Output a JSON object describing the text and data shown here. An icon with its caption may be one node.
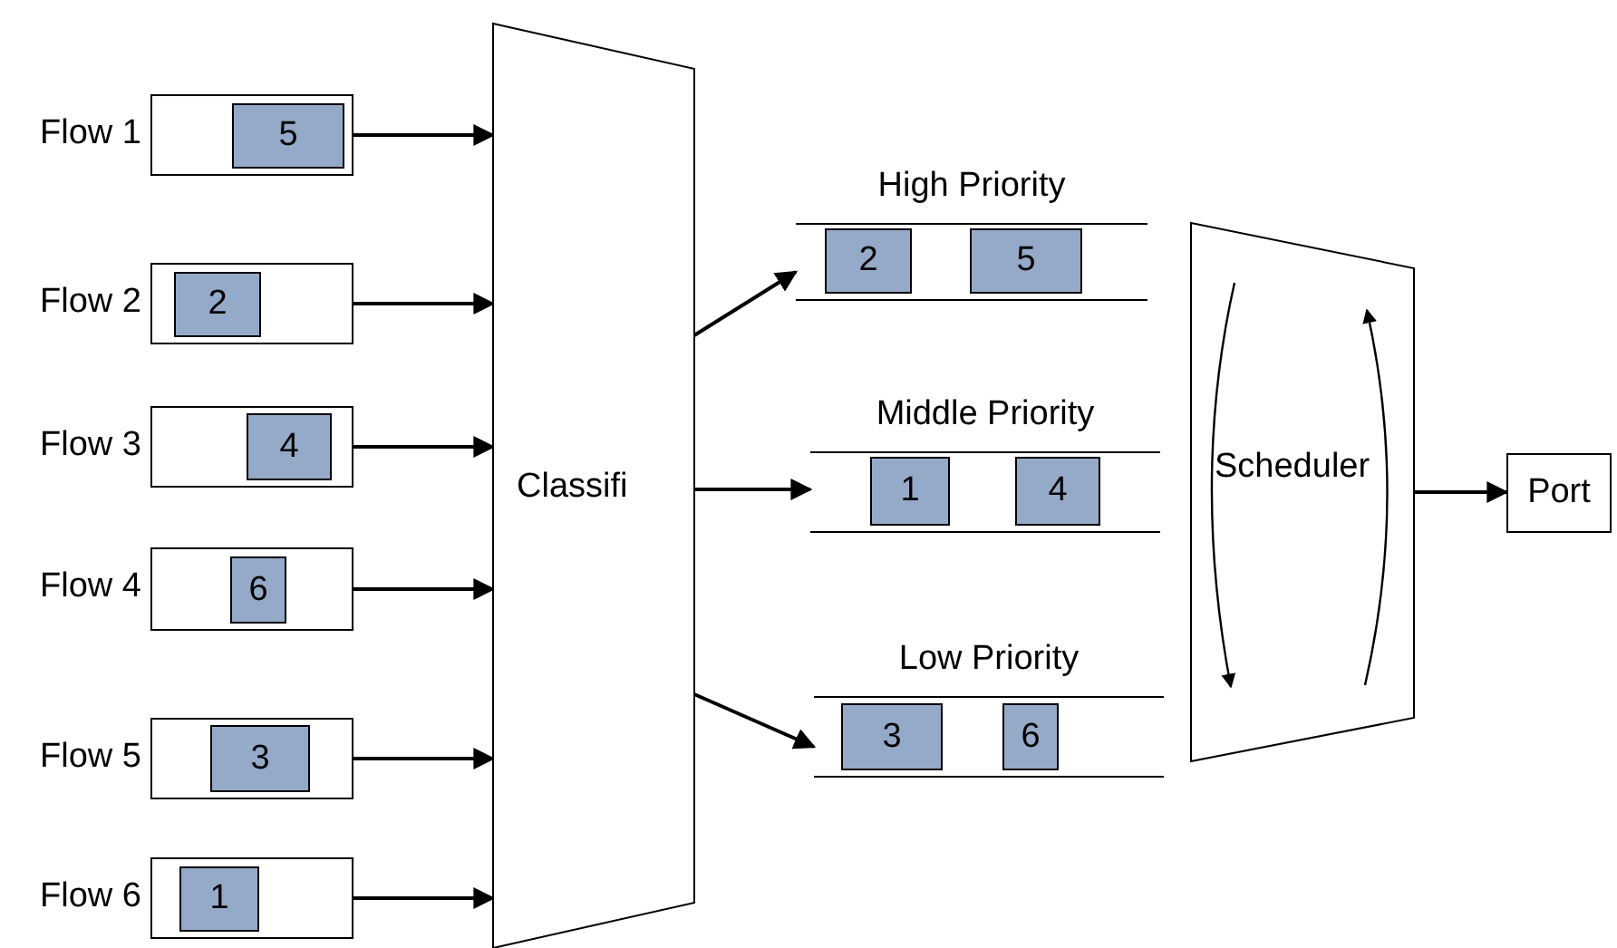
{
  "diagram": {
    "nodes": [
      {
        "text": [
          "Flow 1"
        ]
      },
      {
        "text": [
          "5"
        ],
        "in": 0
      },
      {
        "text": [
          "Flow 2"
        ]
      },
      {
        "text": [
          "2"
        ],
        "in": 2
      },
      {
        "text": [
          "Flow 3"
        ]
      },
      {
        "text": [
          "4"
        ],
        "in": 4
      },
      {
        "text": [
          "Flow 4"
        ]
      },
      {
        "text": [
          "6"
        ],
        "in": 6
      },
      {
        "text": [
          "Flow 5"
        ]
      },
      {
        "text": [
          "3"
        ],
        "in": 8
      },
      {
        "text": [
          "Flow 6"
        ]
      },
      {
        "text": [
          "1"
        ],
        "in": 10
      },
      {
        "text": [
          "Classifi"
        ]
      },
      {
        "text": [
          "High Priority"
        ]
      },
      {
        "text": [
          "2"
        ],
        "in": 13
      },
      {
        "text": [
          "5"
        ],
        "in": 13
      },
      {
        "text": [
          "Middle Priority"
        ]
      },
      {
        "text": [
          "1"
        ],
        "in": 16
      },
      {
        "text": [
          "4"
        ],
        "in": 16
      },
      {
        "text": [
          "Low Priority"
        ]
      },
      {
        "text": [
          "3"
        ],
        "in": 19
      },
      {
        "text": [
          "6"
        ],
        "in": 19
      },
      {
        "text": [
          "Scheduler"
        ]
      },
      {
        "text": [
          "Port"
        ]
      }
    ],
    "edges": [
      {
        "from": 0,
        "to": 12,
        "arrow": "to"
      },
      {
        "from": 2,
        "to": 12,
        "arrow": "to"
      },
      {
        "from": 4,
        "to": 12,
        "arrow": "to"
      },
      {
        "from": 6,
        "to": 12,
        "arrow": "to"
      },
      {
        "from": 8,
        "to": 12,
        "arrow": "to"
      },
      {
        "from": 10,
        "to": 12,
        "arrow": "to"
      },
      {
        "from": 12,
        "to": 13,
        "arrow": "to"
      },
      {
        "from": 12,
        "to": 16,
        "arrow": "to"
      },
      {
        "from": 12,
        "to": 19,
        "arrow": "to"
      },
      {
        "from": 22,
        "to": 23,
        "arrow": "to"
      }
    ]
  }
}
